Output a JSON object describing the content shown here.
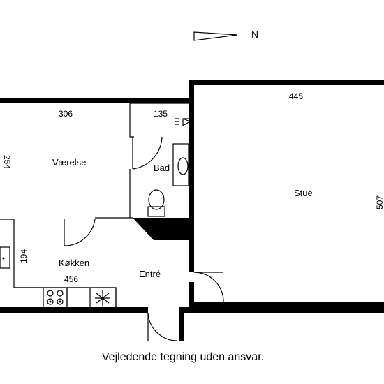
{
  "compass": {
    "label": "N"
  },
  "rooms": {
    "vaerelse": {
      "name": "Værelse",
      "width": "306",
      "depth": "254"
    },
    "bad": {
      "name": "Bad",
      "width": "135"
    },
    "stue": {
      "name": "Stue",
      "width": "445",
      "depth": "507"
    },
    "kokken": {
      "name": "Køkken",
      "width": "456",
      "depth": "194"
    },
    "entre": {
      "name": "Entré"
    }
  },
  "disclaimer": "Vejledende tegning uden ansvar."
}
